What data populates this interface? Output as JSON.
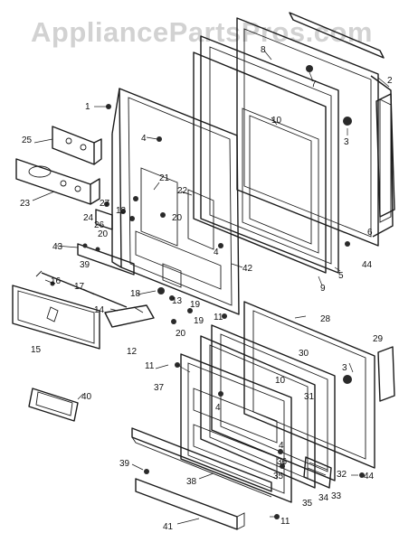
{
  "watermark": "AppliancePartsPros.com",
  "callouts": [
    "1",
    "2",
    "3",
    "4",
    "5",
    "6",
    "7",
    "8",
    "9",
    "10",
    "11",
    "12",
    "13",
    "14",
    "15",
    "16",
    "17",
    "18",
    "19",
    "20",
    "21",
    "22",
    "23",
    "24",
    "25",
    "26",
    "27",
    "28",
    "29",
    "30",
    "31",
    "32",
    "33",
    "34",
    "35",
    "36",
    "37",
    "38",
    "39",
    "40",
    "41",
    "42",
    "43",
    "44"
  ]
}
